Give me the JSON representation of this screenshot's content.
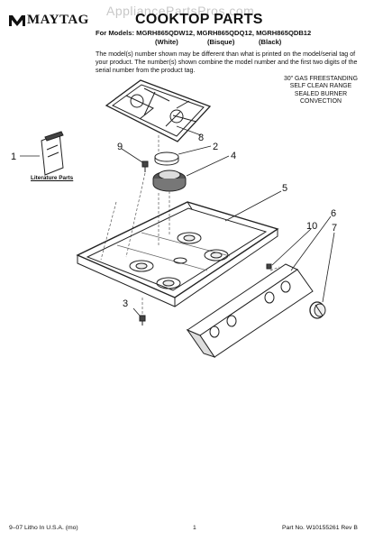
{
  "header": {
    "brand": "MAYTAG",
    "watermark": "AppliancePartsPros.com",
    "title": "COOKTOP PARTS",
    "models_line": "For Models: MGRH865QDW12, MGRH865QDQ12, MGRH865QDB12",
    "variants": [
      "(White)",
      "(Bisque)",
      "(Black)"
    ]
  },
  "description": "The model(s) number shown may be different than what is printed on the model/serial tag of your product. The number(s) shown combine the model number and the first two digits of the serial number from the product tag.",
  "product_type": [
    "30\" GAS FREESTANDING",
    "SELF CLEAN RANGE",
    "SEALED BURNER",
    "CONVECTION"
  ],
  "literature_label": "Literature Parts",
  "callouts": [
    "1",
    "2",
    "3",
    "4",
    "5",
    "6",
    "7",
    "8",
    "9",
    "10"
  ],
  "footer": {
    "left": "9–07 Litho In U.S.A. (mo)",
    "page": "1",
    "right": "Part No. W10155261 Rev B"
  }
}
